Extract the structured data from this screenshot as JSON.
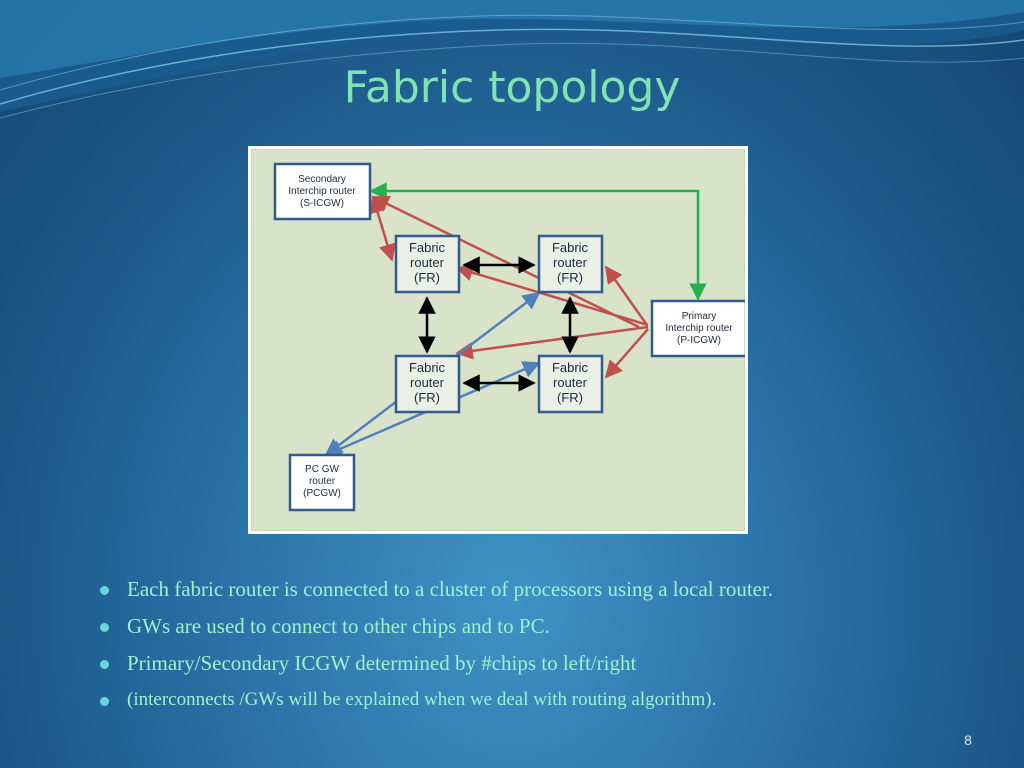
{
  "slide": {
    "title": "Fabric topology",
    "page_number": "8"
  },
  "diagram": {
    "nodes": {
      "s_icgw": {
        "lines": [
          "Secondary",
          "Interchip router",
          "(S-ICGW)"
        ]
      },
      "fr_tl": {
        "lines": [
          "Fabric",
          "router",
          "(FR)"
        ]
      },
      "fr_tr": {
        "lines": [
          "Fabric",
          "router",
          "(FR)"
        ]
      },
      "fr_bl": {
        "lines": [
          "Fabric",
          "router",
          "(FR)"
        ]
      },
      "fr_br": {
        "lines": [
          "Fabric",
          "router",
          "(FR)"
        ]
      },
      "p_icgw": {
        "lines": [
          "Primary",
          "Interchip router",
          "(P-ICGW)"
        ]
      },
      "pcgw": {
        "lines": [
          "PC GW",
          "router",
          "(PCGW)"
        ]
      }
    },
    "colors": {
      "background": "#d9e3c9",
      "node_border": "#2f5b8f",
      "fabric_link": "#000000",
      "icgw_link": "#c0504d",
      "interchip_link": "#22b14c",
      "pcgw_link": "#4f81bd"
    }
  },
  "bullets": [
    "Each fabric router is connected to a cluster of processors using a local router.",
    "GWs  are used to connect to other chips and to PC.",
    "Primary/Secondary  ICGW determined by #chips to left/right",
    "(interconnects /GWs will be explained when we deal with routing algorithm)."
  ]
}
